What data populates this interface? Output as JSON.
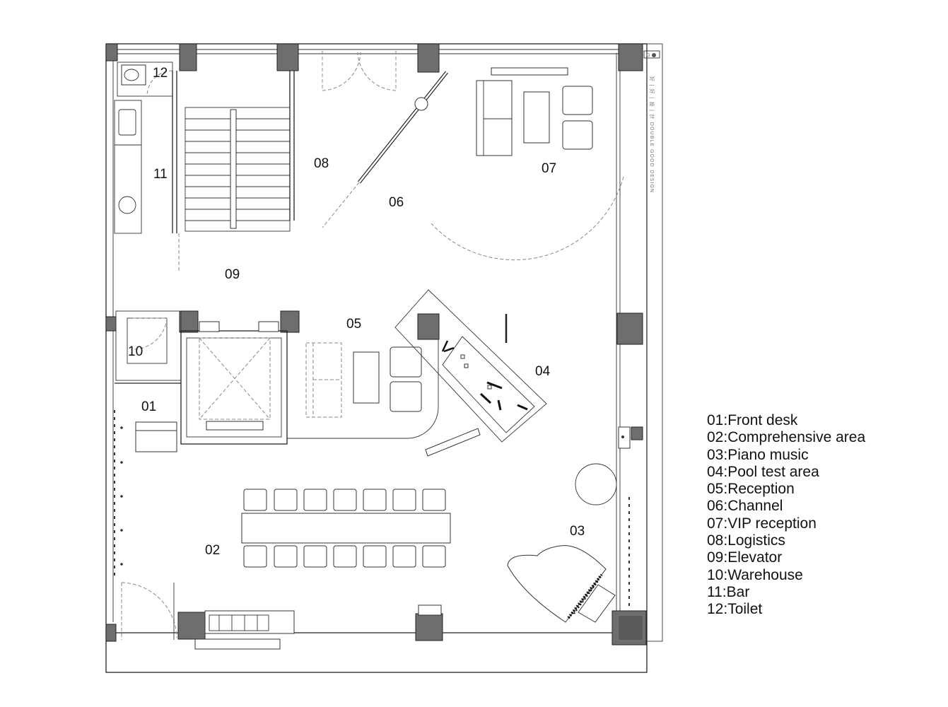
{
  "brand": {
    "logo_text": "G",
    "vertical_text": "好 | 好 | 設 | 計 DOUBLE GOOD DESIGN"
  },
  "zones": [
    {
      "code": "01"
    },
    {
      "code": "02"
    },
    {
      "code": "03"
    },
    {
      "code": "04"
    },
    {
      "code": "05"
    },
    {
      "code": "06"
    },
    {
      "code": "07"
    },
    {
      "code": "08"
    },
    {
      "code": "09"
    },
    {
      "code": "10"
    },
    {
      "code": "11"
    },
    {
      "code": "12"
    }
  ],
  "legend": [
    "01:Front desk",
    "02:Comprehensive area",
    "03:Piano music",
    "04:Pool test area",
    "05:Reception",
    "06:Channel",
    "07:VIP reception",
    "08:Logistics",
    "09:Elevator",
    "10:Warehouse",
    "11:Bar",
    "12:Toilet"
  ]
}
